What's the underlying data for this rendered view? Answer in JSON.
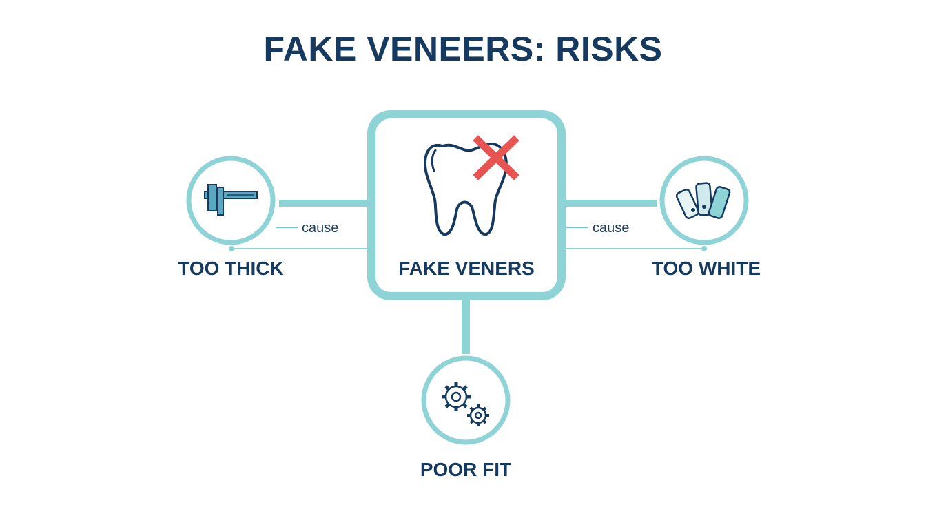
{
  "title": "FAKE VENEERS: RISKS",
  "center": {
    "label": "FAKE VENERS",
    "icon": "tooth-cross-icon"
  },
  "nodes": {
    "left": {
      "label": "TOO THICK",
      "icon": "caliper-icon"
    },
    "right": {
      "label": "TOO WHITE",
      "icon": "shade-guide-icon"
    },
    "bottom": {
      "label": "POOR FIT",
      "icon": "gears-icon"
    }
  },
  "edges": {
    "left_label": "cause",
    "right_label": "cause"
  },
  "colors": {
    "accent": "#8ed3d6",
    "line": "#7fcdd1",
    "text": "#163a5f",
    "cross": "#e85452"
  }
}
